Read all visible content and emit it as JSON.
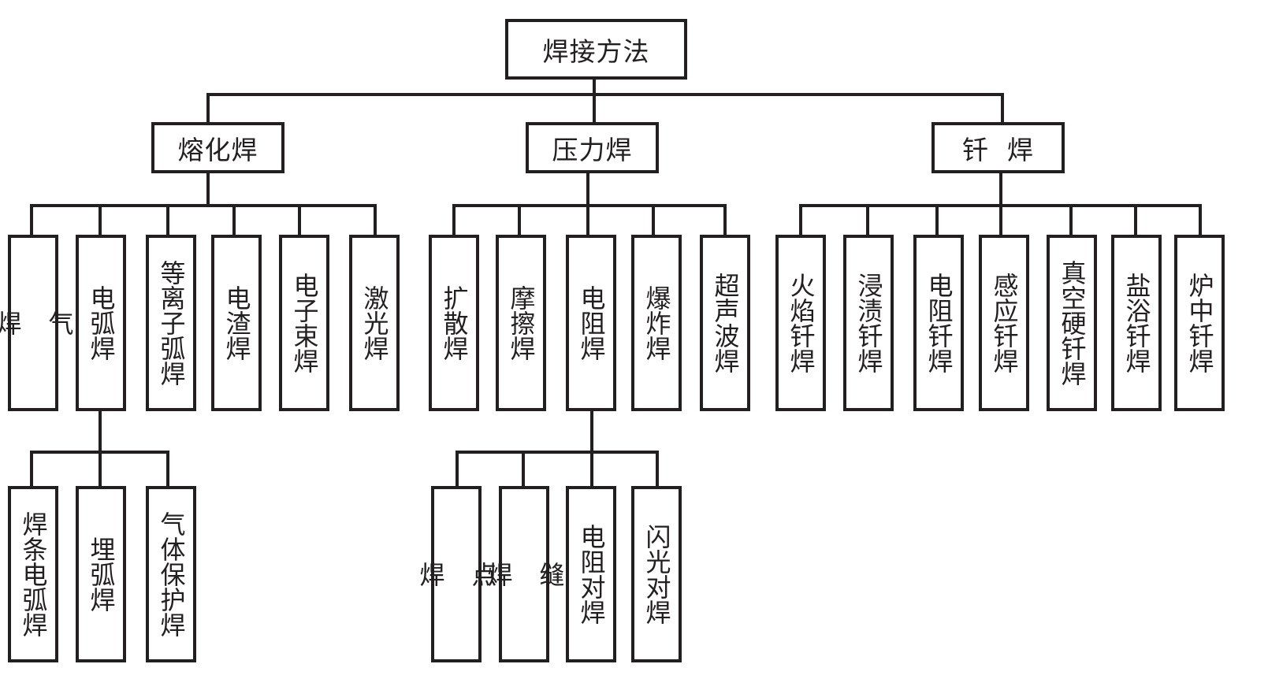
{
  "diagram": {
    "root": {
      "label": "焊接方法",
      "children": [
        {
          "label": "熔化焊",
          "children": [
            {
              "label": "气\n\n焊"
            },
            {
              "label": "电弧焊",
              "children": [
                {
                  "label": "焊条电弧焊"
                },
                {
                  "label": "埋弧焊"
                },
                {
                  "label": "气体保护焊"
                }
              ]
            },
            {
              "label": "等离子弧焊"
            },
            {
              "label": "电渣焊"
            },
            {
              "label": "电子束焊"
            },
            {
              "label": "激光焊"
            }
          ]
        },
        {
          "label": "压力焊",
          "children": [
            {
              "label": "扩散焊"
            },
            {
              "label": "摩擦焊"
            },
            {
              "label": "电阻焊",
              "children": [
                {
                  "label": "点\n\n焊"
                },
                {
                  "label": "缝\n\n焊"
                },
                {
                  "label": "电阻对焊"
                },
                {
                  "label": "闪光对焊"
                }
              ]
            },
            {
              "label": "爆炸焊"
            },
            {
              "label": "超声波焊"
            }
          ]
        },
        {
          "label": "钎  焊",
          "children": [
            {
              "label": "火焰钎焊"
            },
            {
              "label": "浸渍钎焊"
            },
            {
              "label": "电阻钎焊"
            },
            {
              "label": "感应钎焊"
            },
            {
              "label": "真空硬钎焊"
            },
            {
              "label": "盐浴钎焊"
            },
            {
              "label": "炉中钎焊"
            }
          ]
        }
      ]
    }
  }
}
